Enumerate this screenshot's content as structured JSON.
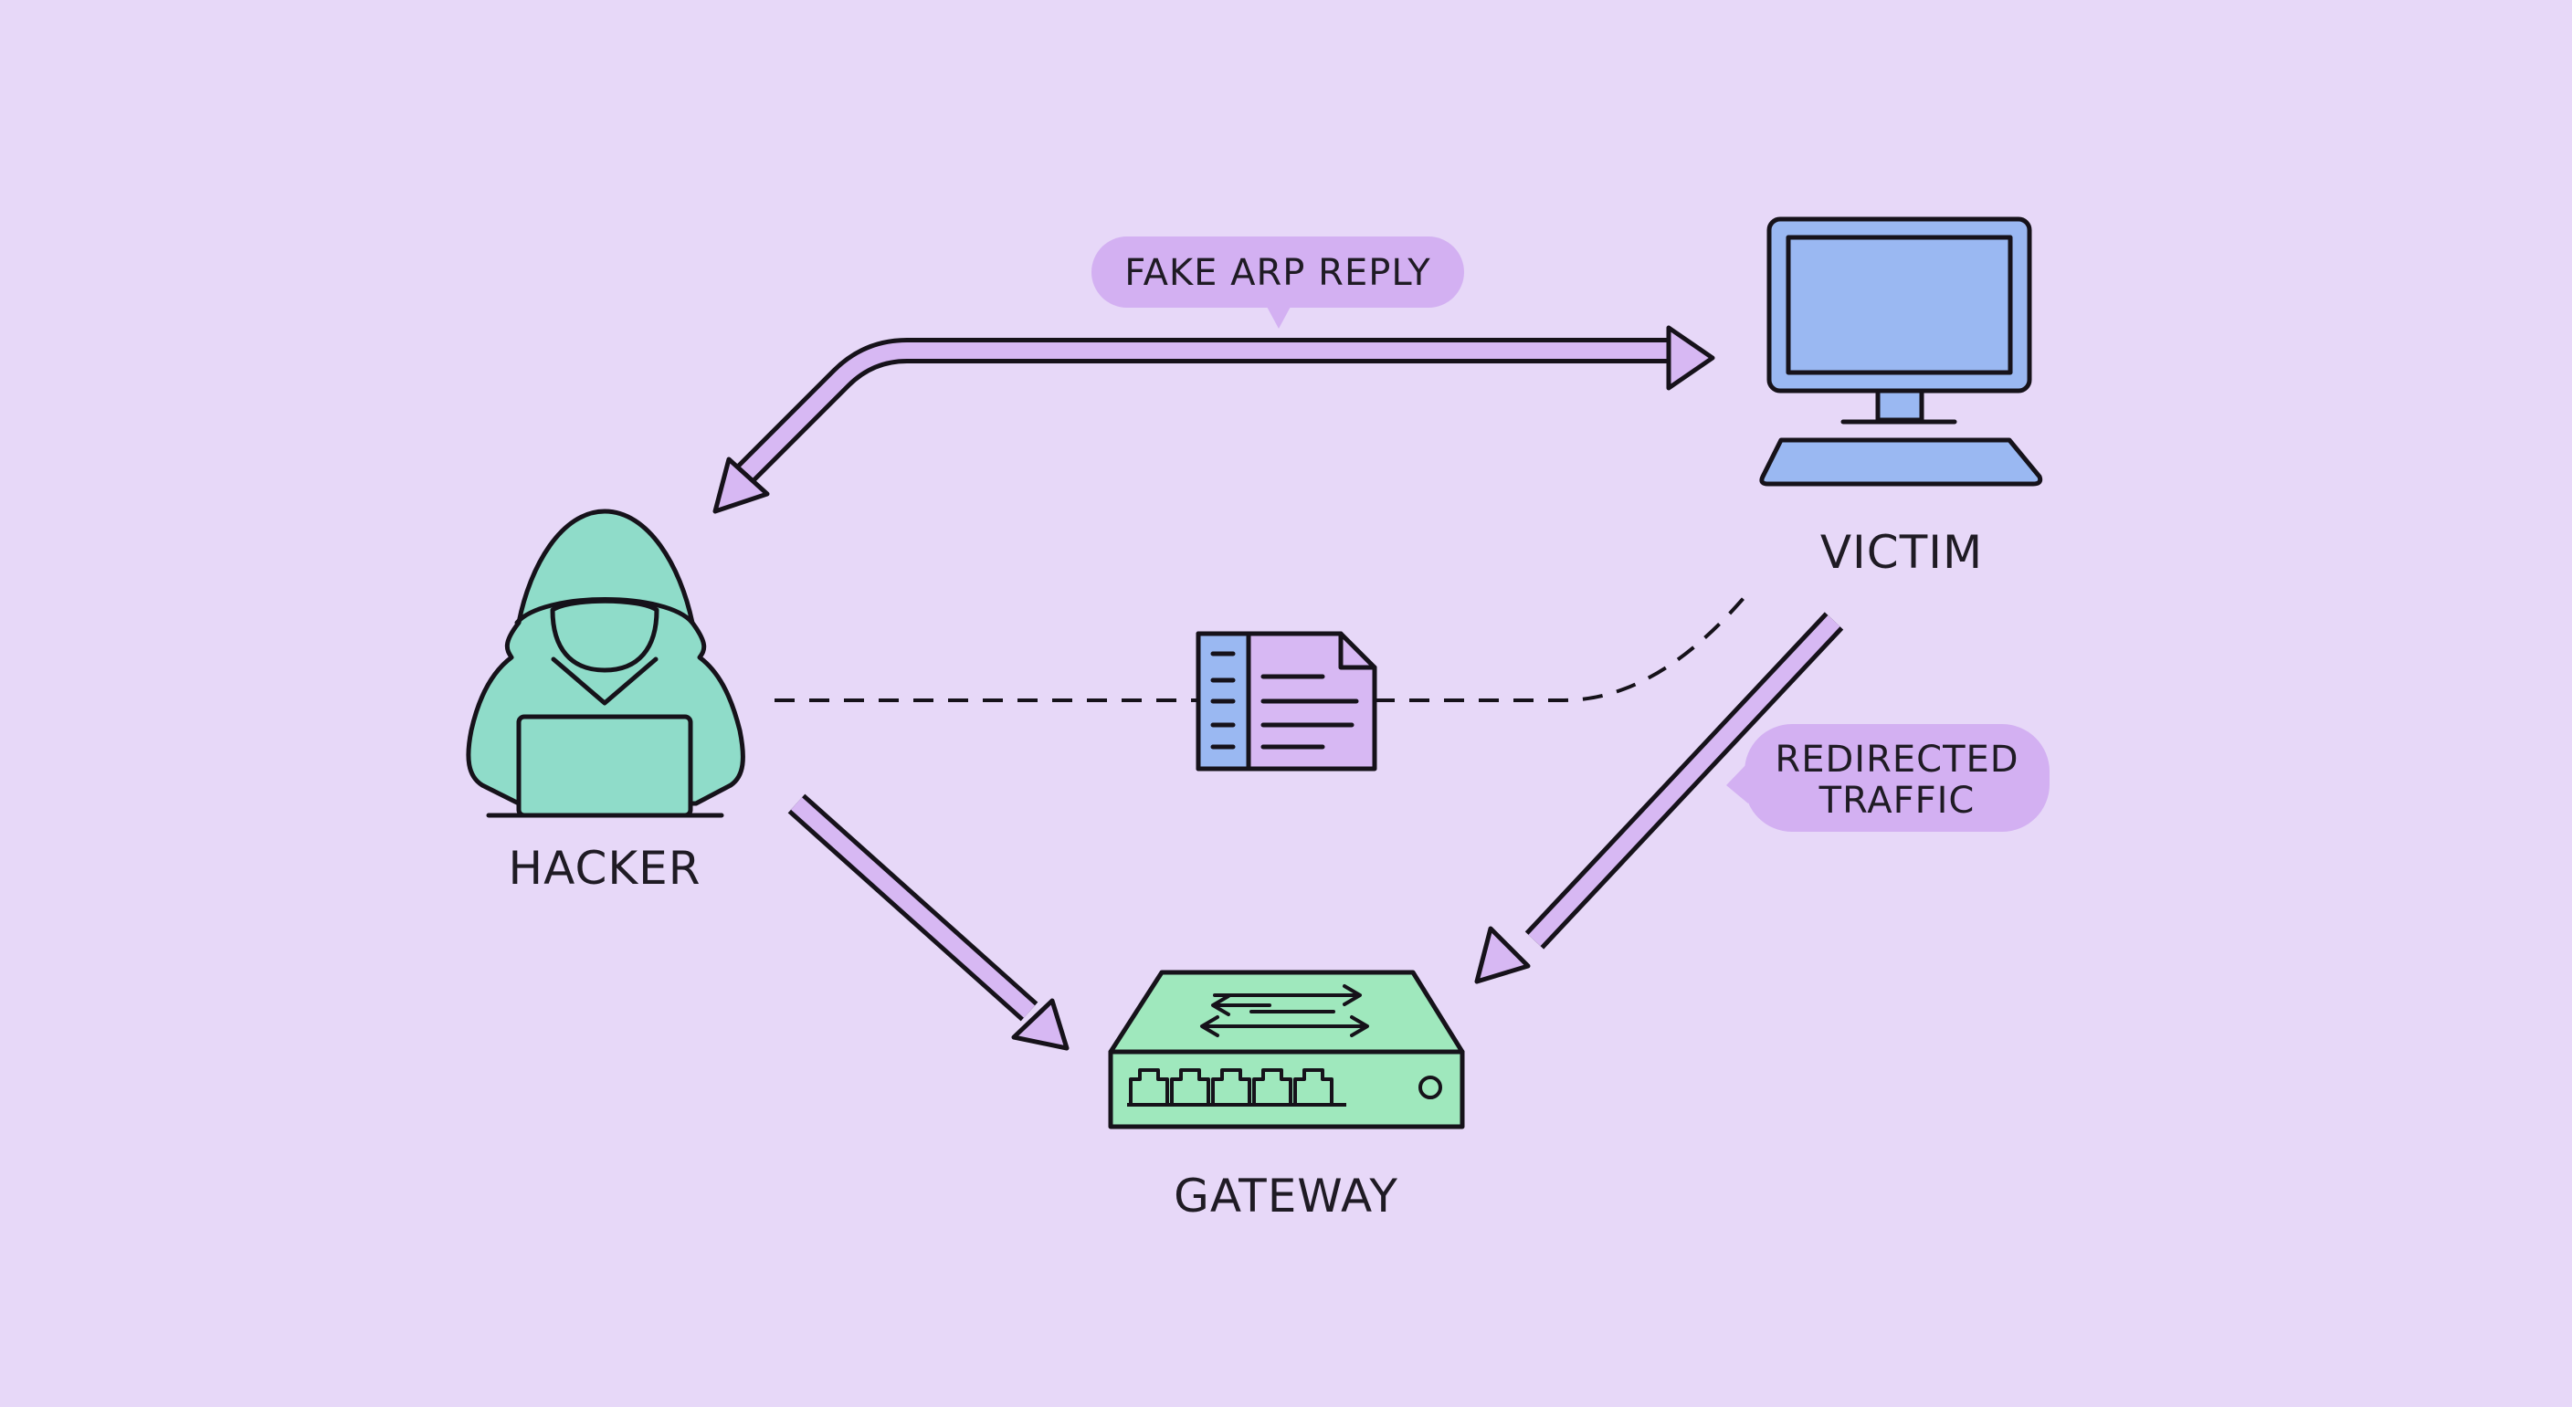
{
  "nodes": {
    "hacker": {
      "label": "HACKER"
    },
    "victim": {
      "label": "VICTIM"
    },
    "gateway": {
      "label": "GATEWAY"
    }
  },
  "callouts": {
    "fake_arp": {
      "text": "FAKE ARP REPLY"
    },
    "redirected": {
      "line1": "REDIRECTED",
      "line2": "TRAFFIC"
    }
  },
  "colors": {
    "background": "#e7d8f8",
    "hacker": "#8fdcc9",
    "victim_screen": "#9ab8f2",
    "gateway": "#9fe8bd",
    "arrow_fill": "#d7b8f3",
    "bubble": "#d3b0f2",
    "packet_header": "#9ab8f2",
    "packet_body": "#d7b8f3"
  },
  "icons": {
    "hacker": "hooded-hacker-with-laptop-icon",
    "victim": "desktop-computer-icon",
    "gateway": "network-switch-icon",
    "packet": "data-packet-document-icon"
  }
}
